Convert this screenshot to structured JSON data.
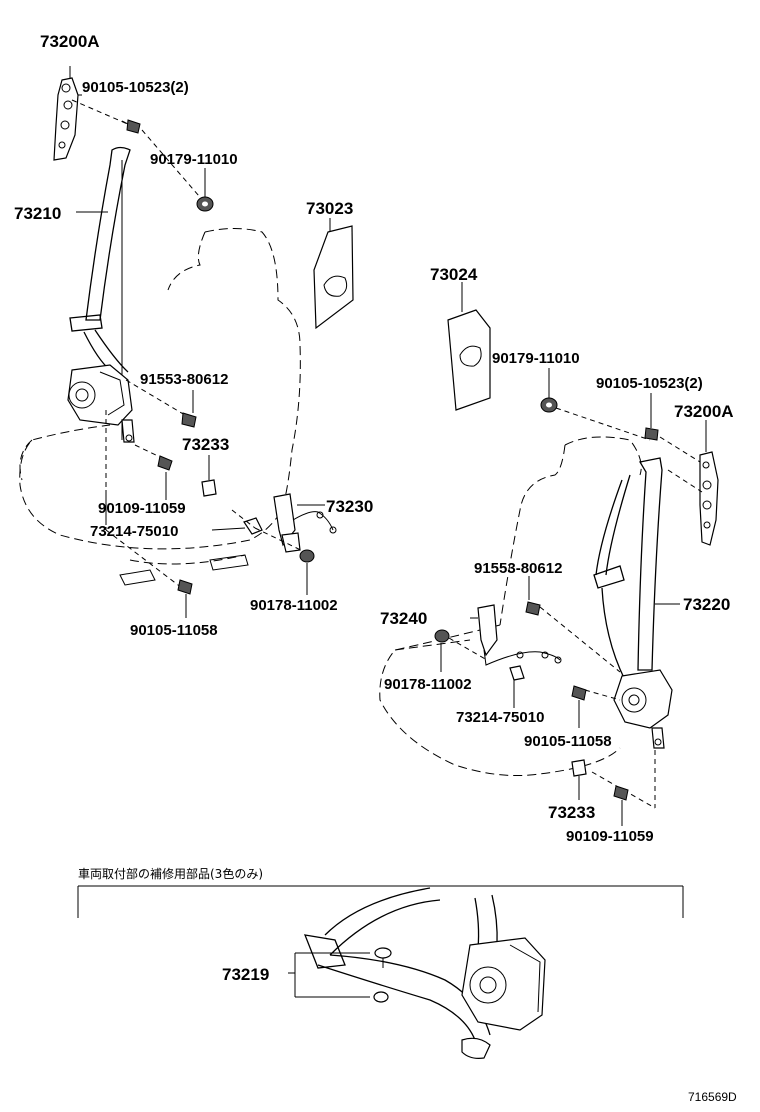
{
  "left_assembly": {
    "anchor_upper": "73200A",
    "bolt_anchor_upper": "90105-10523(2)",
    "nut_upper": "90179-11010",
    "belt_front": "73210",
    "cover": "73023",
    "bolt_retractor": "91553-80612",
    "cover_lower": "73233",
    "bolt_cover": "90109-11059",
    "buckle": "73230",
    "clip": "73214-75010",
    "nut_buckle": "90178-11002",
    "bolt_floor": "90105-11058"
  },
  "right_assembly": {
    "cover": "73024",
    "nut_upper": "90179-11010",
    "bolt_anchor_upper": "90105-10523(2)",
    "anchor_upper": "73200A",
    "bolt_retractor": "91553-80612",
    "belt_front": "73220",
    "buckle": "73240",
    "nut_buckle": "90178-11002",
    "clip": "73214-75010",
    "bolt_floor": "90105-11058",
    "cover_lower": "73233",
    "bolt_cover": "90109-11059"
  },
  "repair_section": {
    "note": "車両取付部の補修用部品(3色のみ)",
    "part": "73219"
  },
  "illustration_code": "716569D"
}
